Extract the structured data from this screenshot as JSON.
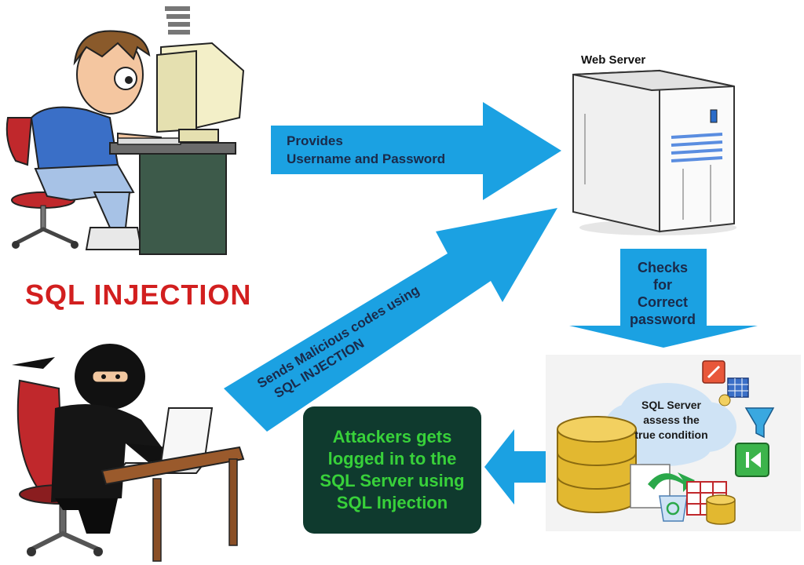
{
  "title": "SQL INJECTION",
  "web_server_label": "Web Server",
  "arrow_provides": [
    "Provides",
    "Username and Password"
  ],
  "arrow_checks": [
    "Checks",
    "for",
    "Correct",
    "password"
  ],
  "arrow_sends": [
    "Sends Malicious codes using",
    "SQL INJECTION"
  ],
  "cloud_text": [
    "SQL Server",
    "assess the",
    "true condition"
  ],
  "result_box": [
    "Attackers gets",
    "logged in to the",
    "SQL Server using",
    "SQL Injection"
  ],
  "colors": {
    "arrow": "#1ba1e2",
    "title": "#d21f1f",
    "box": "#0f3a2e",
    "box_text": "#38d13a"
  }
}
